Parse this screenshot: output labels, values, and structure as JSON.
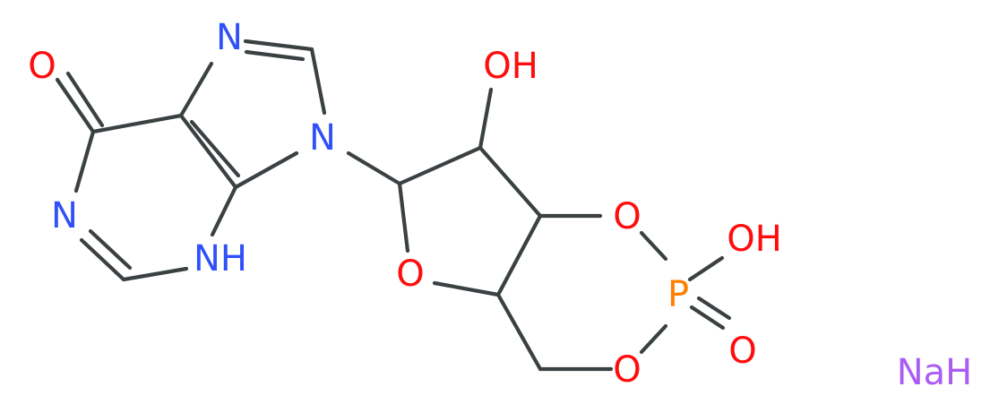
{
  "colors": {
    "bond": "#3b4143",
    "nitrogen": "#3050f8",
    "oxygen": "#ff0d0d",
    "phosphorus": "#ff8000",
    "sodium": "#ab5cf2",
    "background": "#ffffff"
  },
  "atoms": {
    "keto_oxygen": "O",
    "imidazole_n7": "N",
    "imidazole_n9": "N",
    "pyrimidine_n1": "N",
    "pyrimidine_nh": "NH",
    "hydroxyl_top": "OH",
    "ring_oxygen": "O",
    "phosphate_o_upper": "O",
    "phosphate_oh": "OH",
    "phosphorus": "P",
    "phosphate_o_double": "O",
    "phosphate_o_lower": "O",
    "sodium_hydride": "NaH"
  }
}
